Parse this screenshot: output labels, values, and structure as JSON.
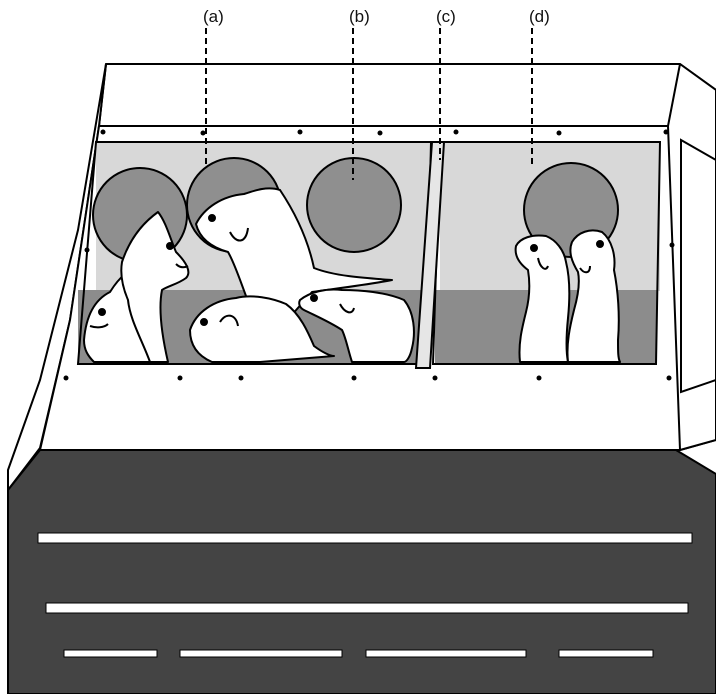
{
  "figure": {
    "labels": [
      {
        "id": "a",
        "text": "(a)"
      },
      {
        "id": "b",
        "text": "(b)"
      },
      {
        "id": "c",
        "text": "(c)"
      },
      {
        "id": "d",
        "text": "(d)"
      }
    ]
  },
  "colors": {
    "outline": "#000000",
    "back_wall": "#d8d8d8",
    "floor": "#8c8c8c",
    "hole": "#8f8f8f",
    "divider": "#e6e6e6",
    "console": "#444444",
    "stripe": "#ffffff"
  }
}
